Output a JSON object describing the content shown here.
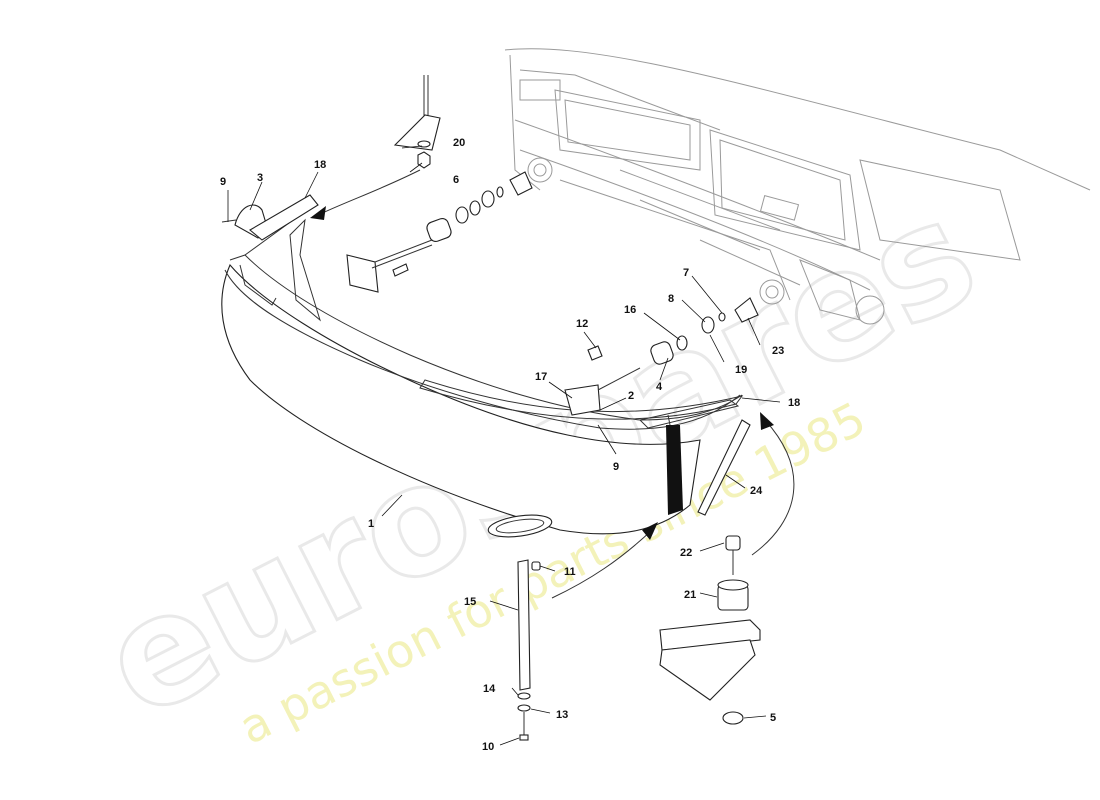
{
  "watermark": {
    "brand": "eurospares",
    "tagline": "a passion for parts since 1985"
  },
  "callouts": [
    {
      "id": "c1",
      "text": "1"
    },
    {
      "id": "c2",
      "text": "2"
    },
    {
      "id": "c3",
      "text": "3"
    },
    {
      "id": "c4",
      "text": "4"
    },
    {
      "id": "c5",
      "text": "5"
    },
    {
      "id": "c6",
      "text": "6"
    },
    {
      "id": "c7",
      "text": "7"
    },
    {
      "id": "c8",
      "text": "8"
    },
    {
      "id": "c9a",
      "text": "9"
    },
    {
      "id": "c9b",
      "text": "9"
    },
    {
      "id": "c10",
      "text": "10"
    },
    {
      "id": "c11",
      "text": "11"
    },
    {
      "id": "c12",
      "text": "12"
    },
    {
      "id": "c13",
      "text": "13"
    },
    {
      "id": "c14",
      "text": "14"
    },
    {
      "id": "c15",
      "text": "15"
    },
    {
      "id": "c16",
      "text": "16"
    },
    {
      "id": "c17",
      "text": "17"
    },
    {
      "id": "c18a",
      "text": "18"
    },
    {
      "id": "c18b",
      "text": "18"
    },
    {
      "id": "c19",
      "text": "19"
    },
    {
      "id": "c20",
      "text": "20"
    },
    {
      "id": "c21",
      "text": "21"
    },
    {
      "id": "c22",
      "text": "22"
    },
    {
      "id": "c23",
      "text": "23"
    },
    {
      "id": "c24",
      "text": "24"
    }
  ]
}
